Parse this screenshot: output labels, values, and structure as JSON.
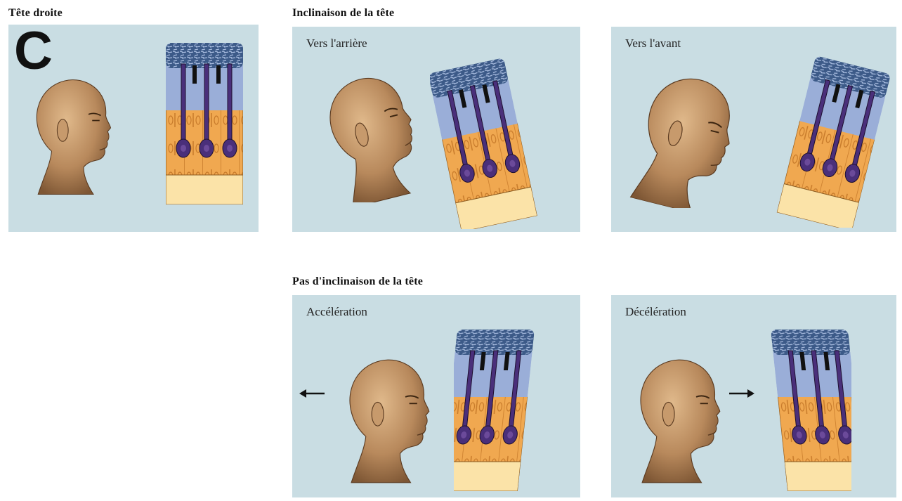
{
  "colors": {
    "panel": "#c9dde3",
    "skin": "#b8895c",
    "otolith": "#3c5a88",
    "gel": "#9aaed8",
    "hair_cell": "#4a2f7a",
    "epithelium": "#f0a850",
    "base": "#fbe3a8"
  },
  "headings": {
    "upright": "Tête droite",
    "tilt": "Inclinaison de la tête",
    "no_tilt": "Pas d'inclinaison de la tête"
  },
  "panel_letter": "C",
  "panels": {
    "backward": "Vers l'arrière",
    "forward": "Vers l'avant",
    "acceleration": "Accélération",
    "deceleration": "Décélération"
  },
  "icons": {
    "head": "head-profile-icon",
    "otolith_organ": "macula-section-icon",
    "left_arrow": "arrow-left-icon",
    "right_arrow": "arrow-right-icon"
  }
}
